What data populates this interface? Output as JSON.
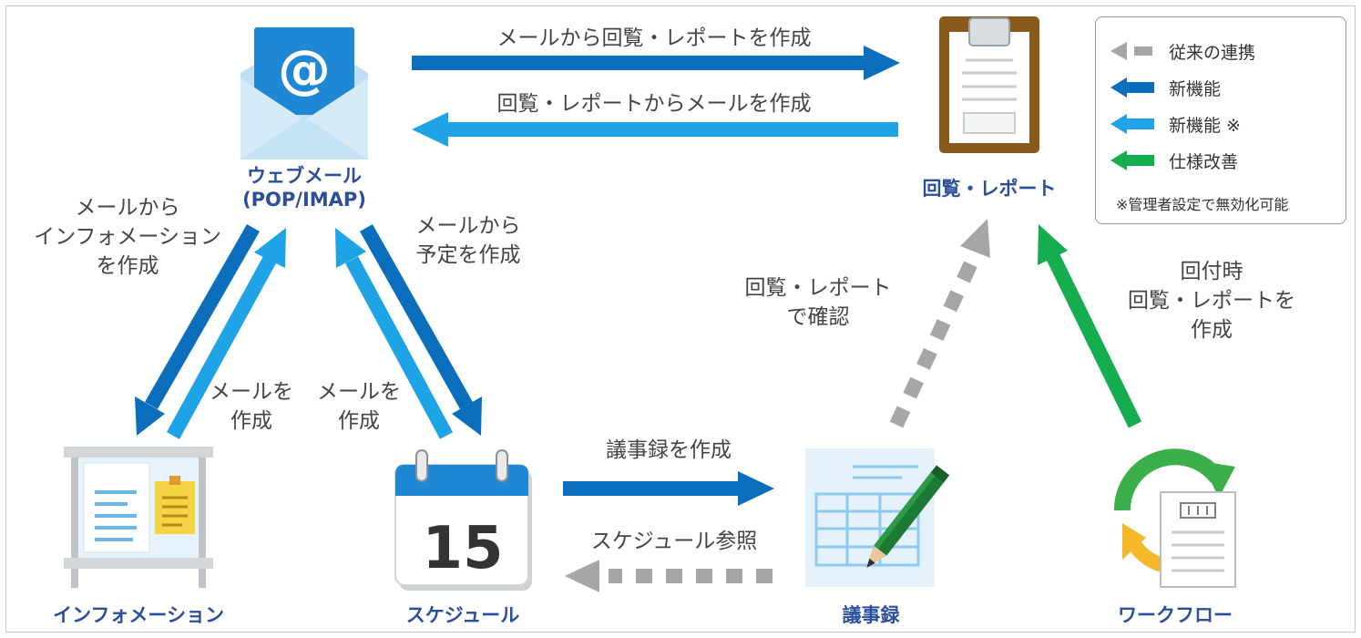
{
  "colors": {
    "dark_blue": "#0b6ebd",
    "light_blue": "#1ea3e6",
    "green": "#15ad4f",
    "gray": "#a6a6a6",
    "label_blue": "#2a4f9d"
  },
  "nodes": {
    "webmail": {
      "line1": "ウェブメール",
      "line2": "(POP/IMAP)",
      "icon": "envelope-at-icon"
    },
    "report": {
      "label": "回覧・レポート",
      "icon": "clipboard-icon"
    },
    "information": {
      "label": "インフォメーション",
      "icon": "bulletin-board-icon"
    },
    "schedule": {
      "label": "スケジュール",
      "icon": "calendar-icon",
      "date": "15"
    },
    "minutes": {
      "label": "議事録",
      "icon": "table-pencil-icon"
    },
    "workflow": {
      "label": "ワークフロー",
      "icon": "workflow-cycle-icon"
    }
  },
  "edges": {
    "mail_to_report": "メールから回覧・レポートを作成",
    "report_to_mail": "回覧・レポートからメールを作成",
    "mail_to_info": [
      "メールから",
      "インフォメーション",
      "を作成"
    ],
    "info_to_mail": [
      "メールを",
      "作成"
    ],
    "mail_to_schedule": [
      "メールから",
      "予定を作成"
    ],
    "schedule_to_mail": [
      "メールを",
      "作成"
    ],
    "schedule_to_minutes": "議事録を作成",
    "minutes_to_schedule": "スケジュール参照",
    "minutes_to_report": [
      "回覧・レポート",
      "で確認"
    ],
    "workflow_to_report": [
      "回付時",
      "回覧・レポートを",
      "作成"
    ]
  },
  "legend": {
    "items": [
      {
        "type": "gray_dashed",
        "label": "従来の連携"
      },
      {
        "type": "dark_blue",
        "label": "新機能"
      },
      {
        "type": "light_blue",
        "label": "新機能 ※"
      },
      {
        "type": "green",
        "label": "仕様改善"
      }
    ],
    "note": "※管理者設定で無効化可能"
  }
}
